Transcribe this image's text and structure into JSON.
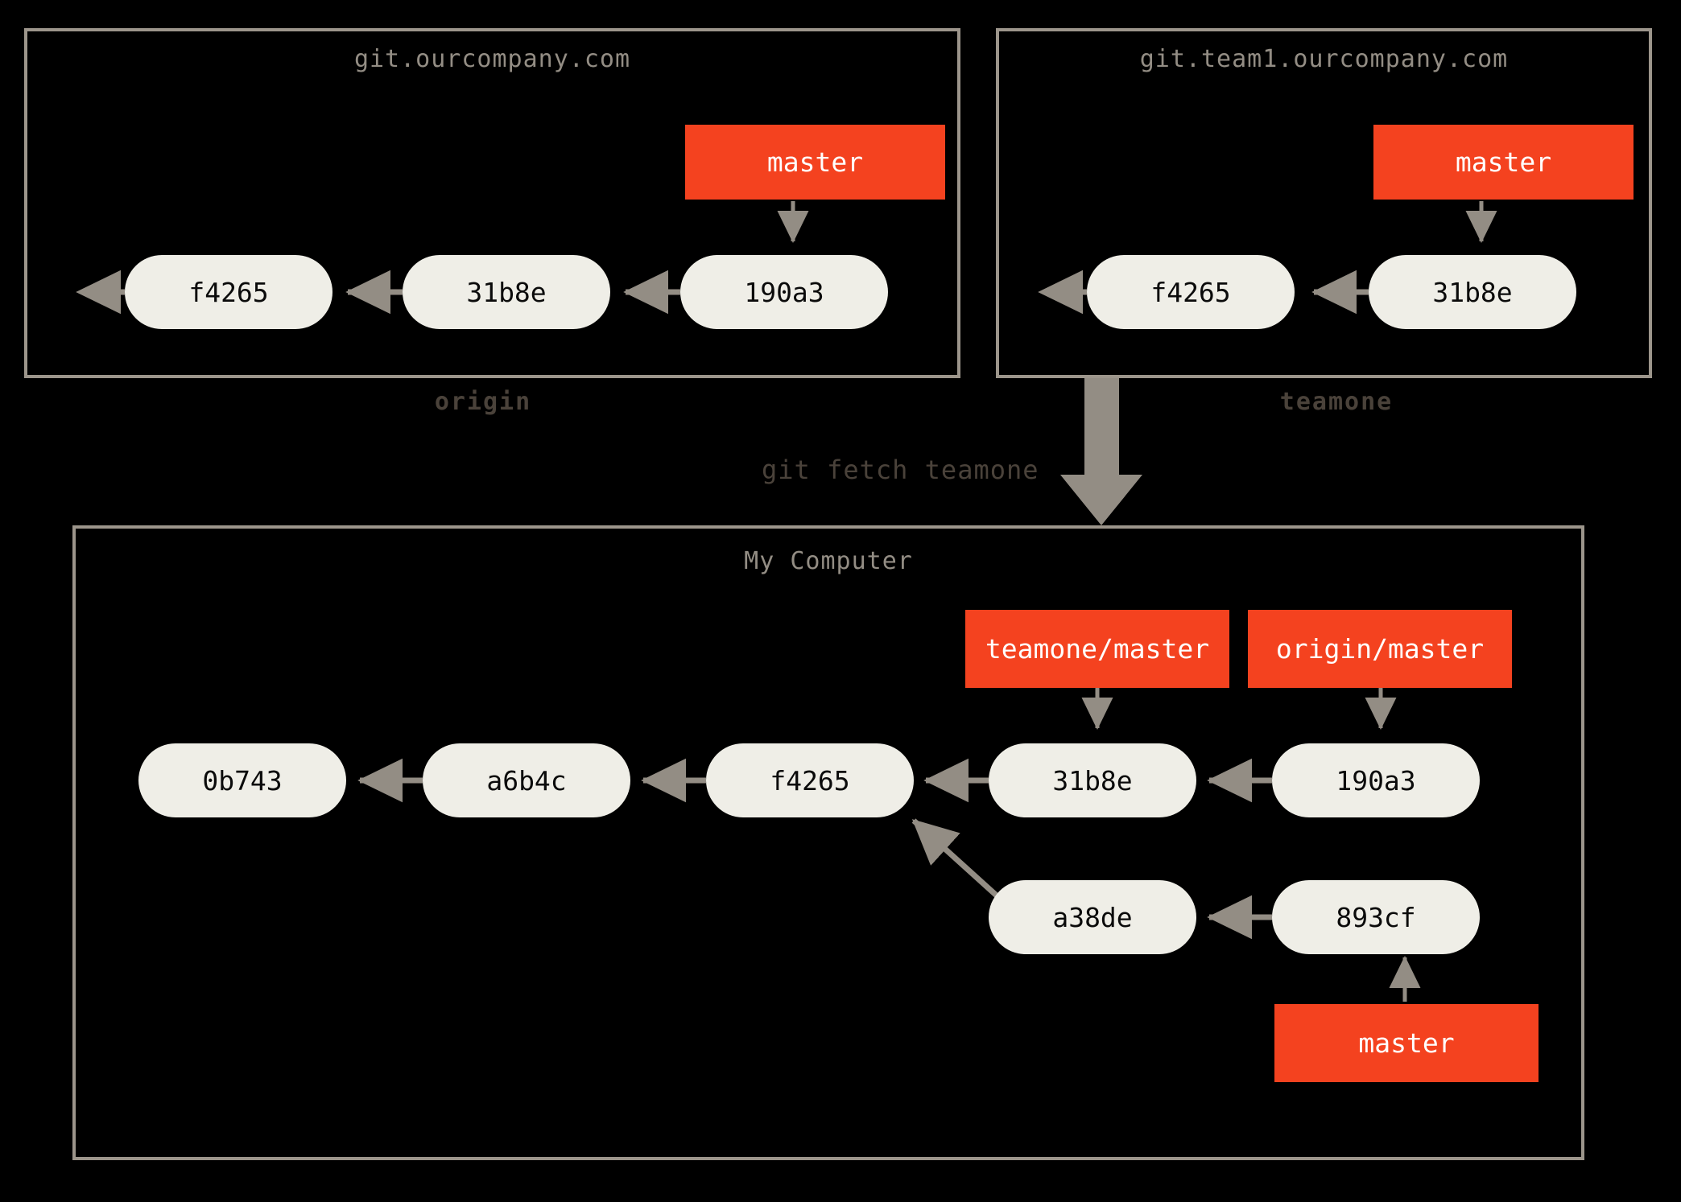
{
  "diagram": {
    "title": "git fetch teamone",
    "colors": {
      "background": "#000000",
      "panel_border": "#9c958b",
      "commit_fill": "#efeee7",
      "commit_text": "#0b0b0b",
      "branch_fill": "#f4421f",
      "branch_text": "#ffffff",
      "arrow": "#938d84",
      "caption_text": "#4a423a",
      "panel_title_text": "#938d84"
    }
  },
  "panels": {
    "origin": {
      "title": "git.ourcompany.com",
      "caption": "origin",
      "commits": [
        {
          "id": "f4265"
        },
        {
          "id": "31b8e"
        },
        {
          "id": "190a3"
        }
      ],
      "branches": [
        {
          "label": "master",
          "points_to": "190a3"
        }
      ]
    },
    "teamone": {
      "title": "git.team1.ourcompany.com",
      "caption": "teamone",
      "commits": [
        {
          "id": "f4265"
        },
        {
          "id": "31b8e"
        }
      ],
      "branches": [
        {
          "label": "master",
          "points_to": "31b8e"
        }
      ]
    },
    "local": {
      "title": "My Computer",
      "commits_main": [
        {
          "id": "0b743"
        },
        {
          "id": "a6b4c"
        },
        {
          "id": "f4265"
        },
        {
          "id": "31b8e"
        },
        {
          "id": "190a3"
        }
      ],
      "commits_branch": [
        {
          "id": "a38de"
        },
        {
          "id": "893cf"
        }
      ],
      "branches": [
        {
          "label": "teamone/master",
          "points_to": "31b8e"
        },
        {
          "label": "origin/master",
          "points_to": "190a3"
        },
        {
          "label": "master",
          "points_to": "893cf"
        }
      ]
    }
  },
  "operation": {
    "command": "git fetch teamone"
  }
}
